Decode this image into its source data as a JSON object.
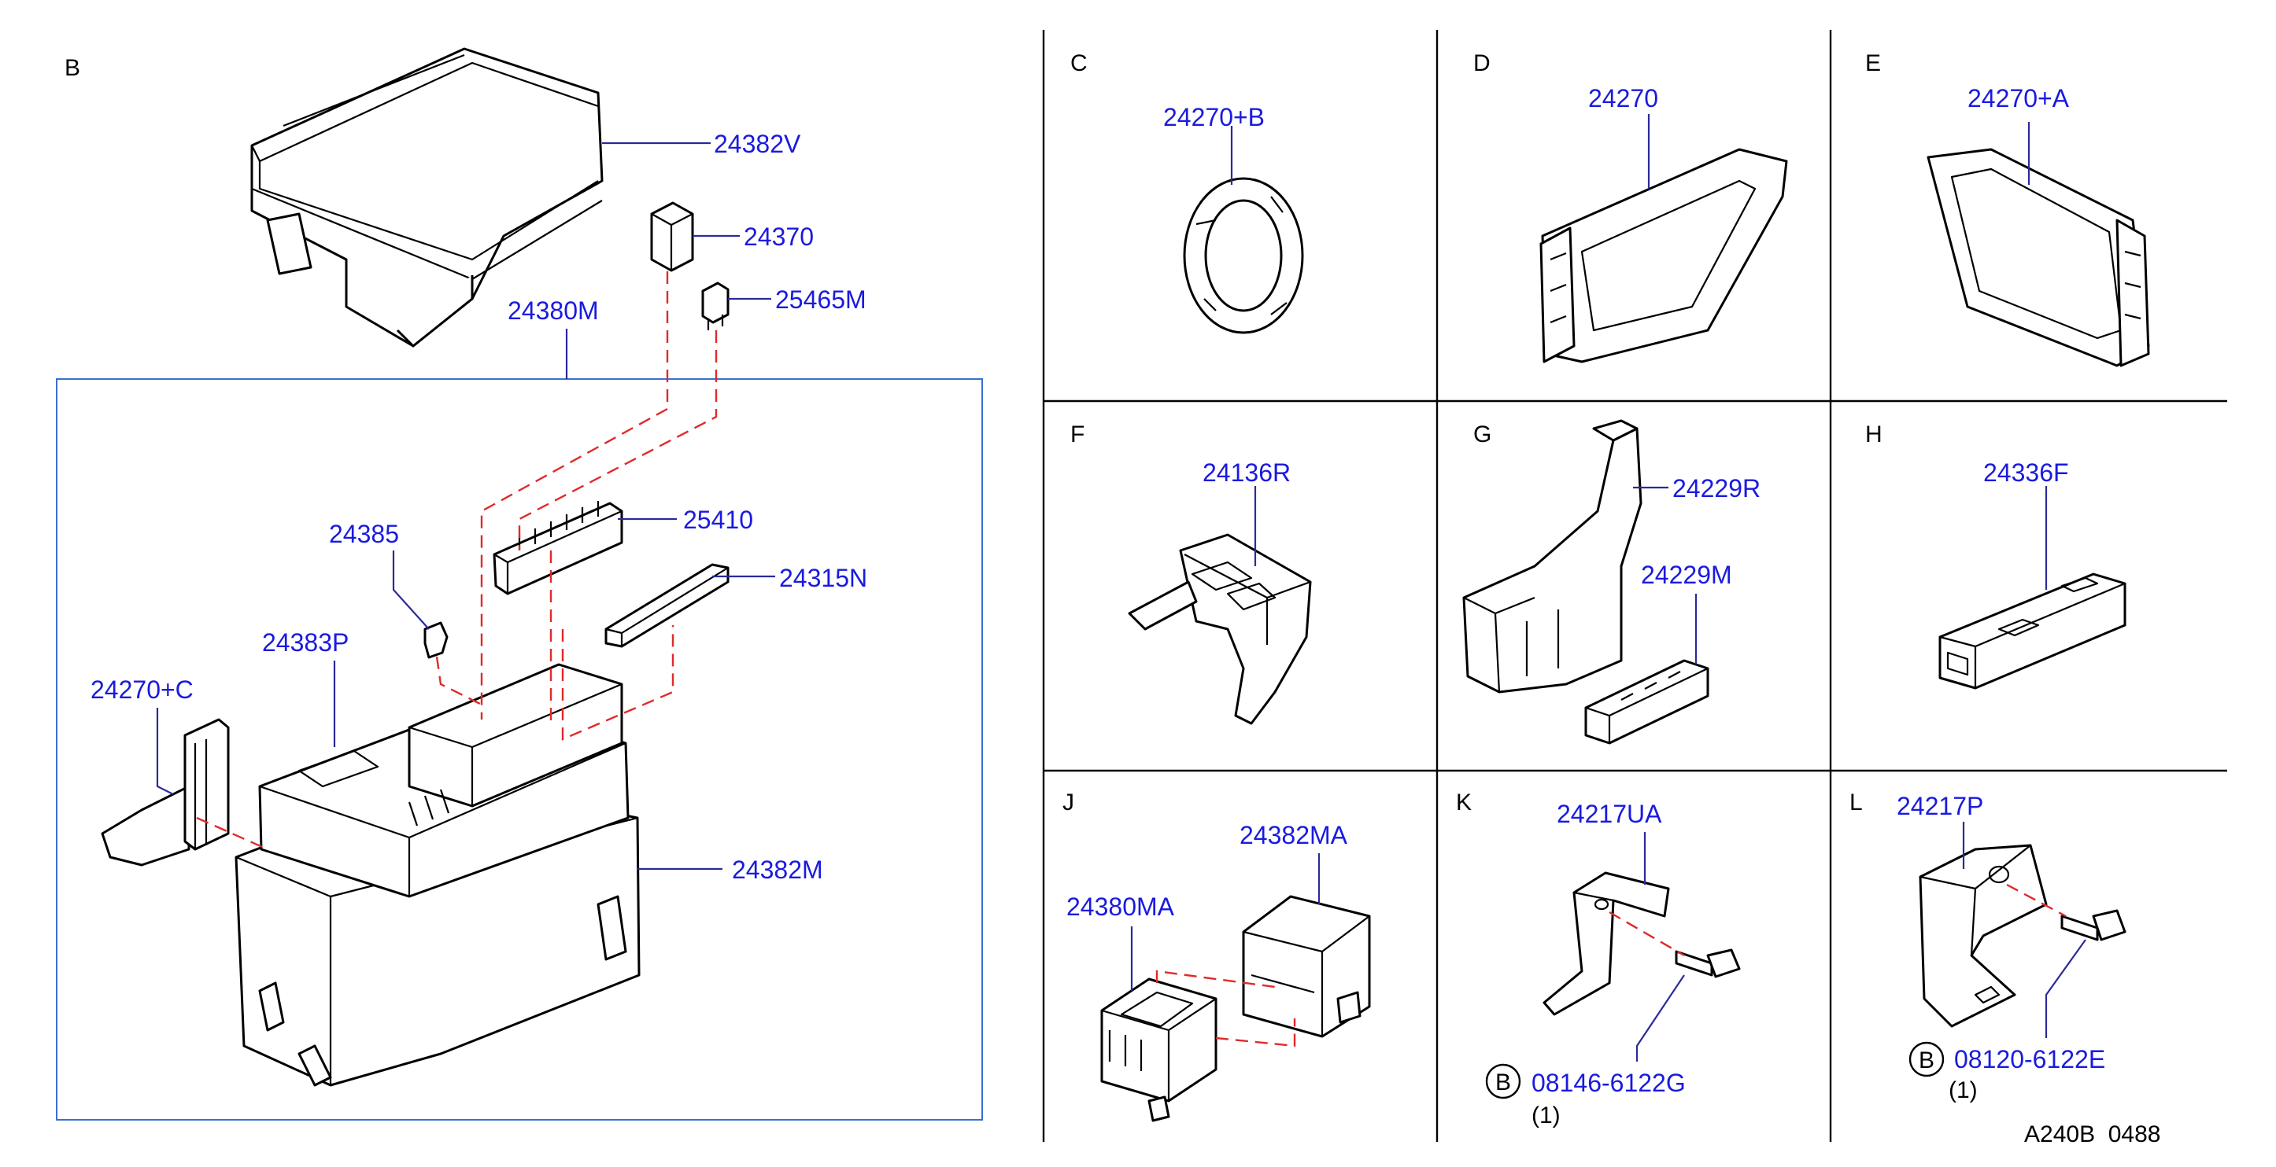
{
  "sections": {
    "B": {
      "letter": "B"
    },
    "C": {
      "letter": "C"
    },
    "D": {
      "letter": "D"
    },
    "E": {
      "letter": "E"
    },
    "F": {
      "letter": "F"
    },
    "G": {
      "letter": "G"
    },
    "H": {
      "letter": "H"
    },
    "J": {
      "letter": "J"
    },
    "K": {
      "letter": "K"
    },
    "L": {
      "letter": "L"
    }
  },
  "parts": {
    "p24382V": "24382V",
    "p24370": "24370",
    "p25465M": "25465M",
    "p24380M": "24380M",
    "p25410": "25410",
    "p24385": "24385",
    "p24315N": "24315N",
    "p24383P": "24383P",
    "p24270C": "24270+C",
    "p24382M": "24382M",
    "p24270B": "24270+B",
    "p24270": "24270",
    "p24270A": "24270+A",
    "p24136R": "24136R",
    "p24229R": "24229R",
    "p24229M": "24229M",
    "p24336F": "24336F",
    "p24382MA": "24382MA",
    "p24380MA": "24380MA",
    "p24217UA": "24217UA",
    "p08146": "08146-6122G",
    "p24217P": "24217P",
    "p08120": "08120-6122E"
  },
  "notes": {
    "bolt_marker": "B",
    "qty_k": "(1)",
    "qty_l": "(1)",
    "code": "A240B  0488"
  }
}
